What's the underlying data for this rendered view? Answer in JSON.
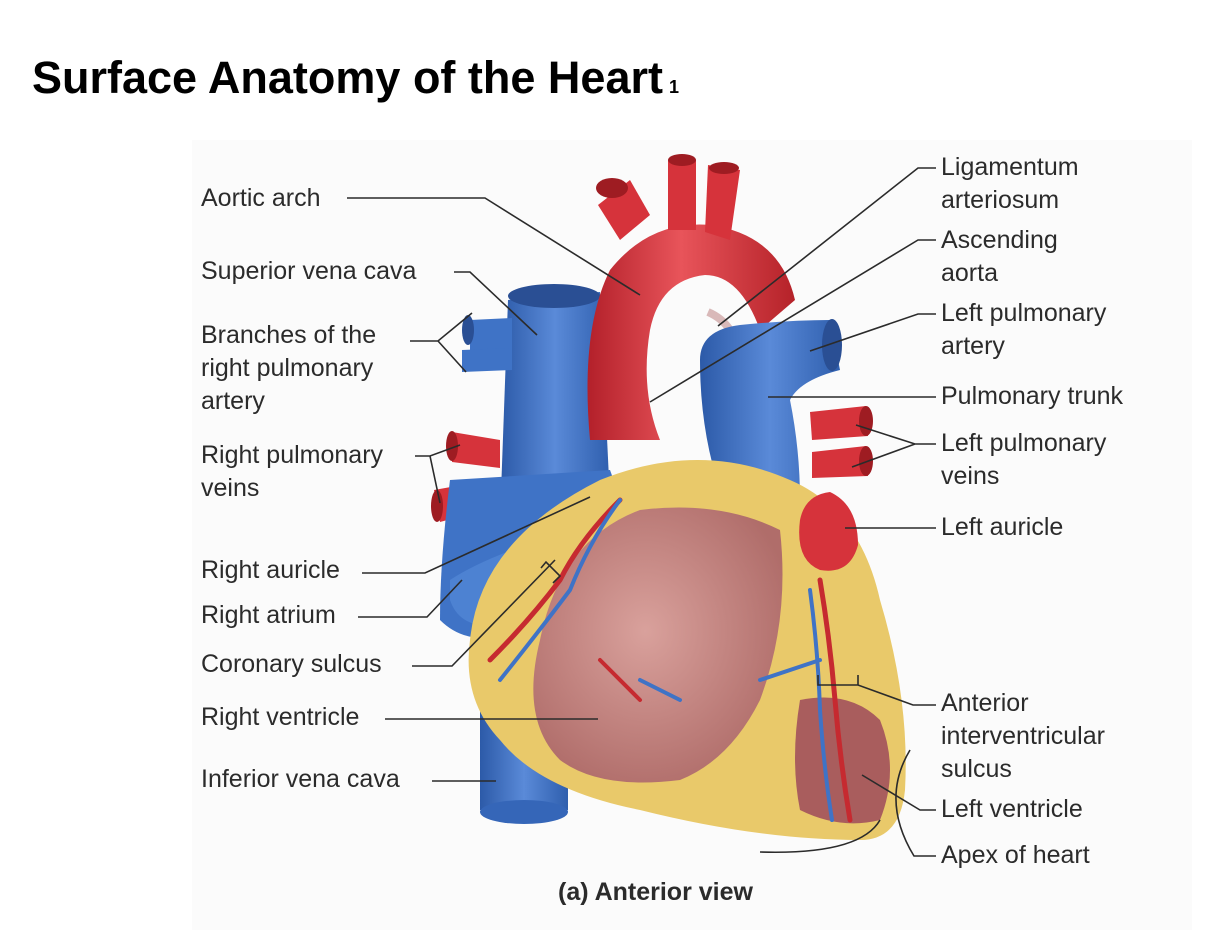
{
  "title": "Surface Anatomy of the Heart",
  "title_suffix": "1",
  "caption": "(a)  Anterior view",
  "labels_left": {
    "aortic_arch": "Aortic arch",
    "superior_vena_cava": "Superior vena cava",
    "branches_rpa_1": "Branches of the",
    "branches_rpa_2": "right pulmonary",
    "branches_rpa_3": "artery",
    "right_pulmonary_veins_1": "Right pulmonary",
    "right_pulmonary_veins_2": "veins",
    "right_auricle": "Right auricle",
    "right_atrium": "Right atrium",
    "coronary_sulcus": "Coronary sulcus",
    "right_ventricle": "Right ventricle",
    "inferior_vena_cava": "Inferior vena cava"
  },
  "labels_right": {
    "ligamentum_1": "Ligamentum",
    "ligamentum_2": "arteriosum",
    "ascending_aorta_1": "Ascending",
    "ascending_aorta_2": "aorta",
    "left_pulmonary_artery_1": "Left pulmonary",
    "left_pulmonary_artery_2": "artery",
    "pulmonary_trunk": "Pulmonary trunk",
    "left_pulmonary_veins_1": "Left pulmonary",
    "left_pulmonary_veins_2": "veins",
    "left_auricle": "Left auricle",
    "anterior_iv_sulcus_1": "Anterior",
    "anterior_iv_sulcus_2": "interventricular",
    "anterior_iv_sulcus_3": "sulcus",
    "left_ventricle": "Left ventricle",
    "apex_of_heart": "Apex of heart"
  },
  "colors": {
    "artery_red": "#d6333b",
    "vein_blue": "#3f73c6",
    "fat_yellow": "#e9c96a",
    "muscle_pink": "#c98a86",
    "leader_line": "#2b2b2b"
  }
}
